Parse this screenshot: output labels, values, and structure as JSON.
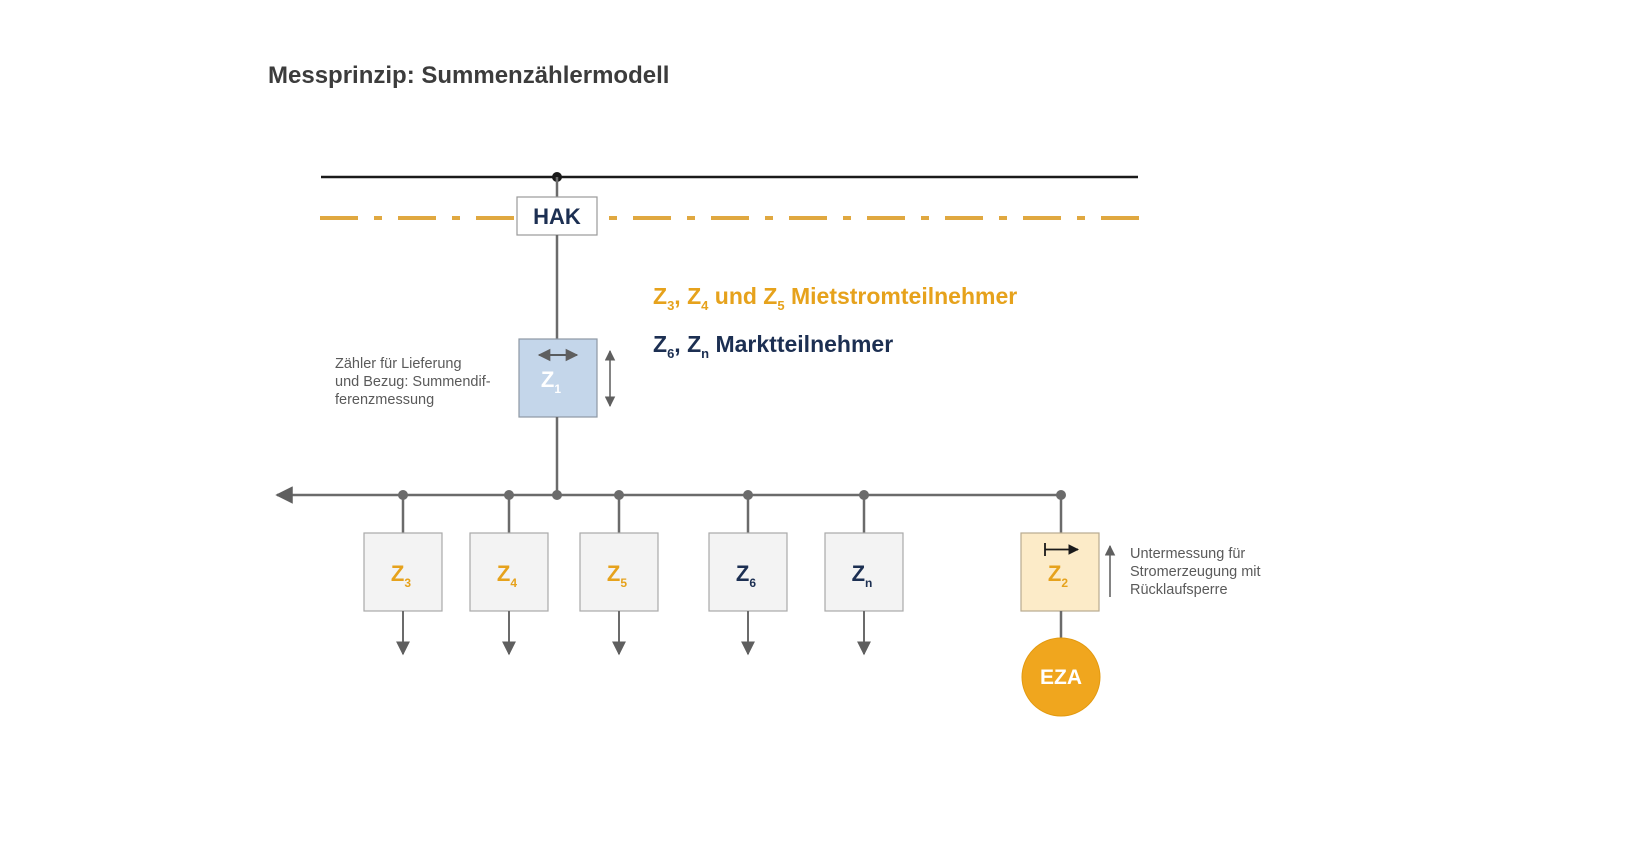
{
  "title": "Messprinzip: Summenzählermodell",
  "hak": "HAK",
  "legend": {
    "line1": {
      "z": "Z",
      "s1": "3",
      "sep1": ", Z",
      "s2": "4",
      "mid": " und Z",
      "s3": "5",
      "rest": " Mietstromteilnehmer"
    },
    "line2": {
      "z": "Z",
      "s1": "6",
      "sep": ", Z",
      "s2": "n",
      "rest": " Marktteilnehmer"
    }
  },
  "z1": {
    "base": "Z",
    "sub": "1"
  },
  "z1_note": [
    "Zähler für Lieferung",
    "und Bezug: Summendif-",
    "ferenzmessung"
  ],
  "meters": [
    {
      "base": "Z",
      "sub": "3",
      "group": "mieter"
    },
    {
      "base": "Z",
      "sub": "4",
      "group": "mieter"
    },
    {
      "base": "Z",
      "sub": "5",
      "group": "mieter"
    },
    {
      "base": "Z",
      "sub": "6",
      "group": "markt"
    },
    {
      "base": "Z",
      "sub": "n",
      "group": "markt"
    }
  ],
  "z2": {
    "base": "Z",
    "sub": "2"
  },
  "z2_note": [
    "Untermessung für",
    "Stromerzeugung mit",
    "Rücklaufsperre"
  ],
  "eza": "EZA",
  "colors": {
    "accent_yellow": "#e6a21c",
    "navy": "#1c2f52",
    "line_gray": "#6b6b6b",
    "z1_fill": "#c4d6ea",
    "z2_fill": "#fcebc8",
    "meter_fill": "#f3f3f3",
    "eza_fill": "#f0a61e"
  }
}
